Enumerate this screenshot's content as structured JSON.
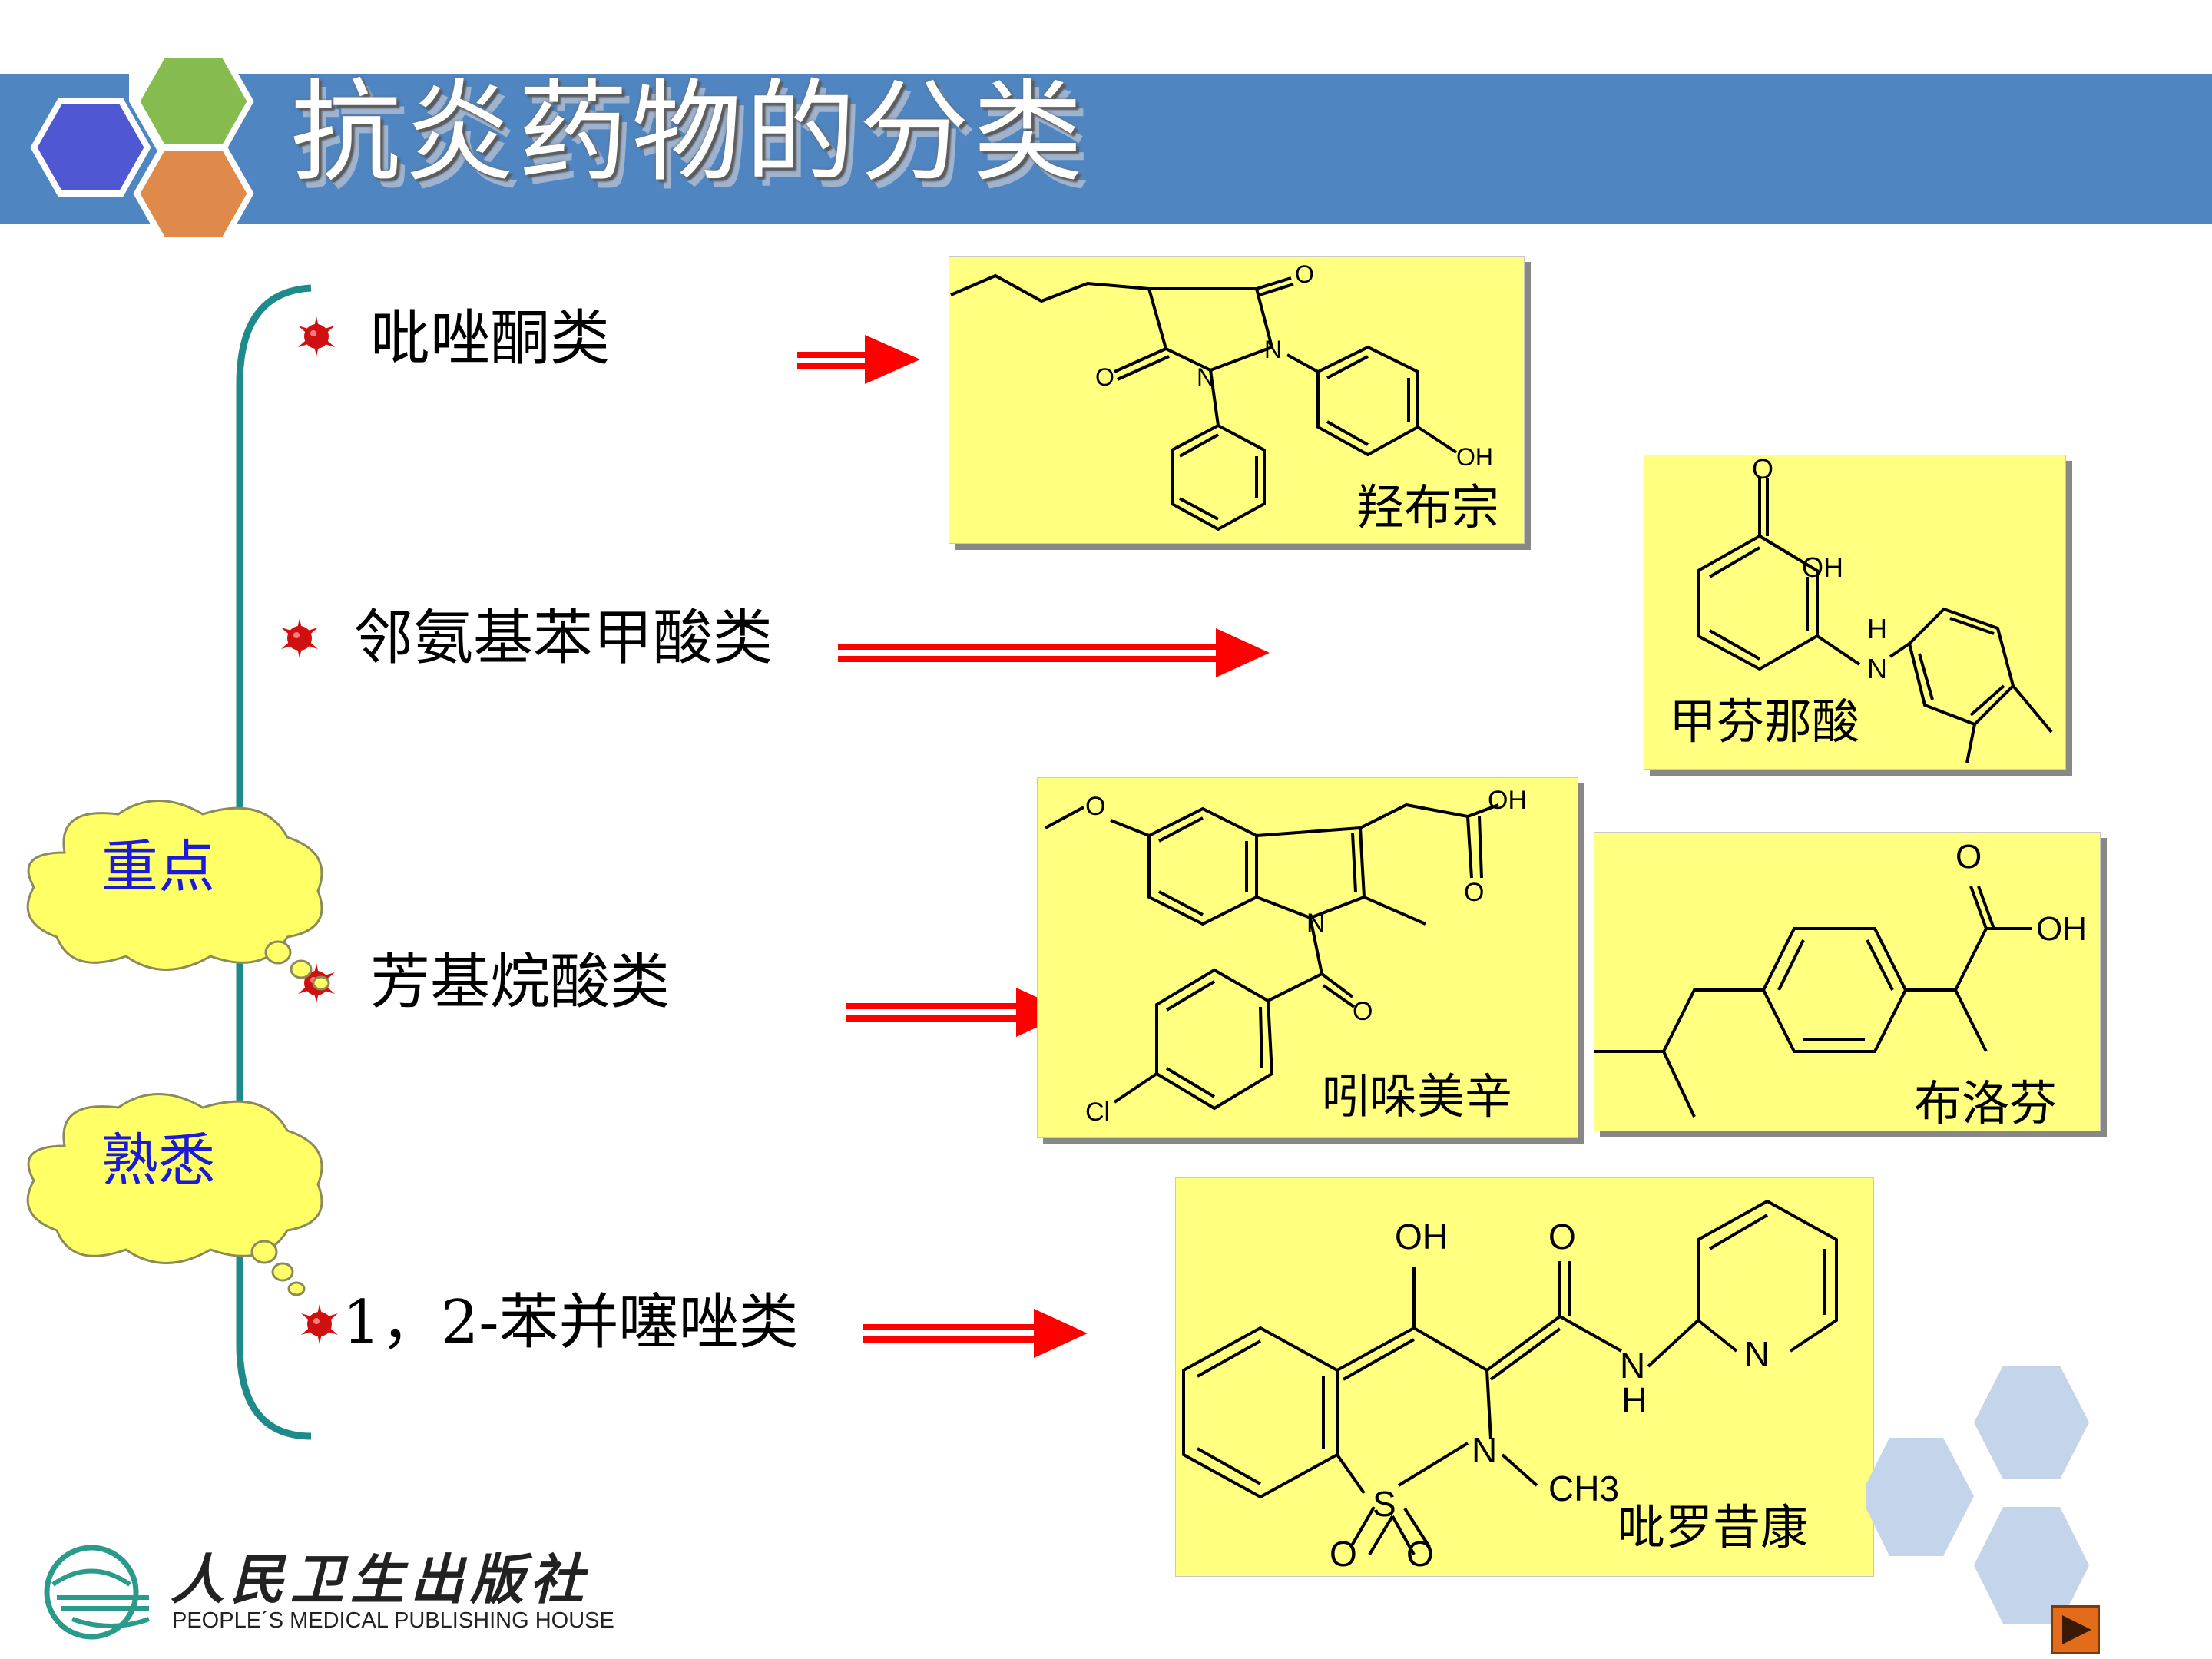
{
  "title": "抗炎药物的分类",
  "categories": [
    {
      "label": "吡唑酮类",
      "drug": "羟布宗"
    },
    {
      "label": "邻氨基苯甲酸类",
      "drug": "甲芬那酸"
    },
    {
      "label": "芳基烷酸类",
      "drugs": [
        "吲哚美辛",
        "布洛芬"
      ]
    },
    {
      "label": "1，2-苯并噻唑类",
      "drug": "吡罗昔康"
    }
  ],
  "clouds": {
    "key_point": "重点",
    "familiar": "熟悉"
  },
  "atoms": {
    "O": "O",
    "N": "N",
    "OH": "OH",
    "H": "H",
    "Cl": "Cl",
    "S": "S",
    "CH3": "CH3"
  },
  "publisher": {
    "cn": "人民卫生出版社",
    "en": "PEOPLE´S MEDICAL PUBLISHING HOUSE"
  },
  "colors": {
    "title_bar": "#4f86c2",
    "box": "#ffff80",
    "arrow": "#ff0000",
    "brace": "#1e8a8a",
    "cloud": "#ffff66",
    "cloud_text": "#1a1ad8",
    "nav": "#e36c1a"
  },
  "icons": {
    "bullet": "red-star-burst-icon",
    "nav": "play-triangle-icon",
    "logo": "publisher-logo-icon"
  }
}
